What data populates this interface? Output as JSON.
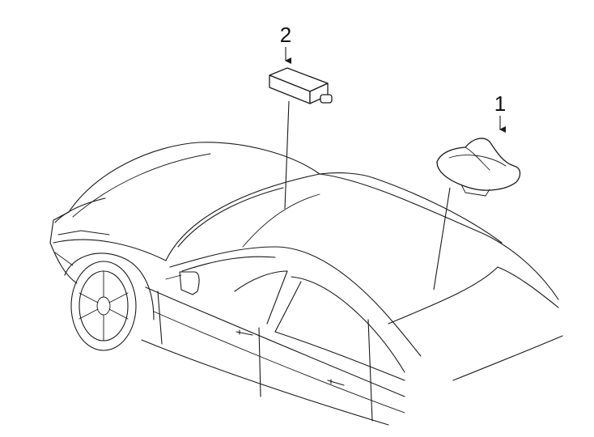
{
  "callouts": [
    {
      "label": "1",
      "part": "antenna"
    },
    {
      "label": "2",
      "part": "antenna-module"
    }
  ]
}
